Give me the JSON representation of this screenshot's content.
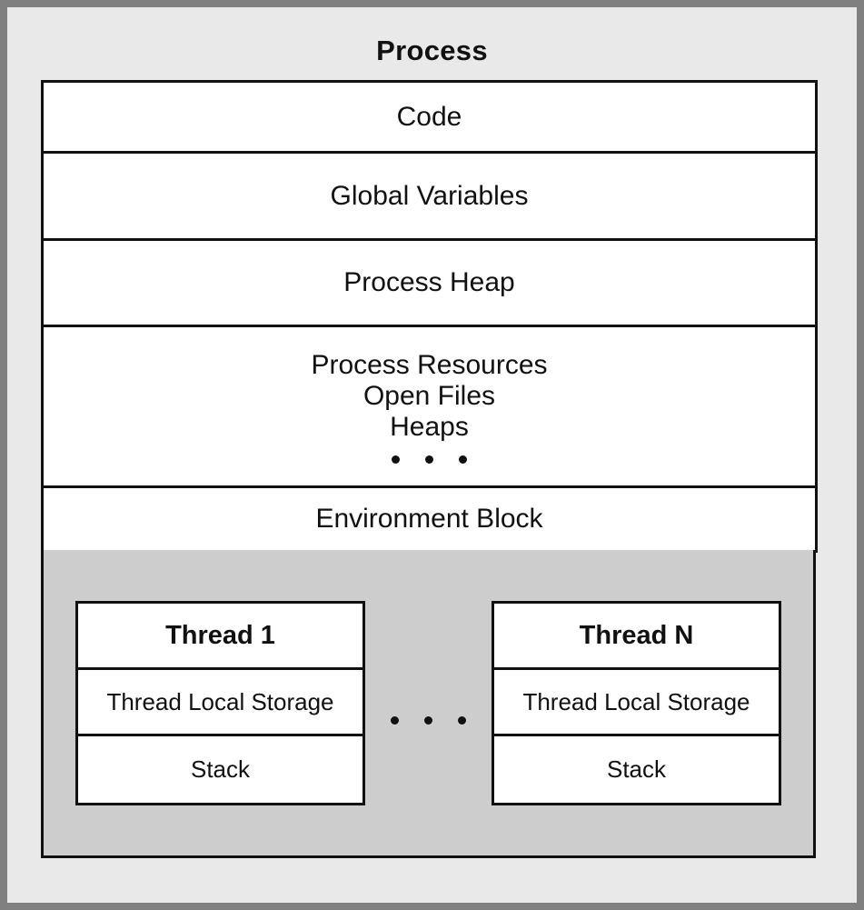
{
  "diagram": {
    "title": "Process",
    "type": "process-thread-memory-layout",
    "colors": {
      "outer_frame": "#808080",
      "page_background": "#e9e9e9",
      "box_fill": "#ffffff",
      "box_border": "#111111",
      "thread_region_fill": "#cdcdcd",
      "text": "#111111"
    }
  },
  "process_sections": [
    {
      "label": "Code"
    },
    {
      "label": "Global Variables"
    },
    {
      "label": "Process Heap"
    },
    {
      "label": "Process Resources",
      "lines": [
        "Process Resources",
        "Open Files",
        "Heaps"
      ],
      "ellipsis": "• • •"
    },
    {
      "label": "Environment Block"
    }
  ],
  "threads": {
    "ellipsis": "• • •",
    "items": [
      {
        "title": "Thread 1",
        "rows": [
          "Thread Local Storage",
          "Stack"
        ]
      },
      {
        "title": "Thread N",
        "rows": [
          "Thread Local Storage",
          "Stack"
        ]
      }
    ]
  }
}
